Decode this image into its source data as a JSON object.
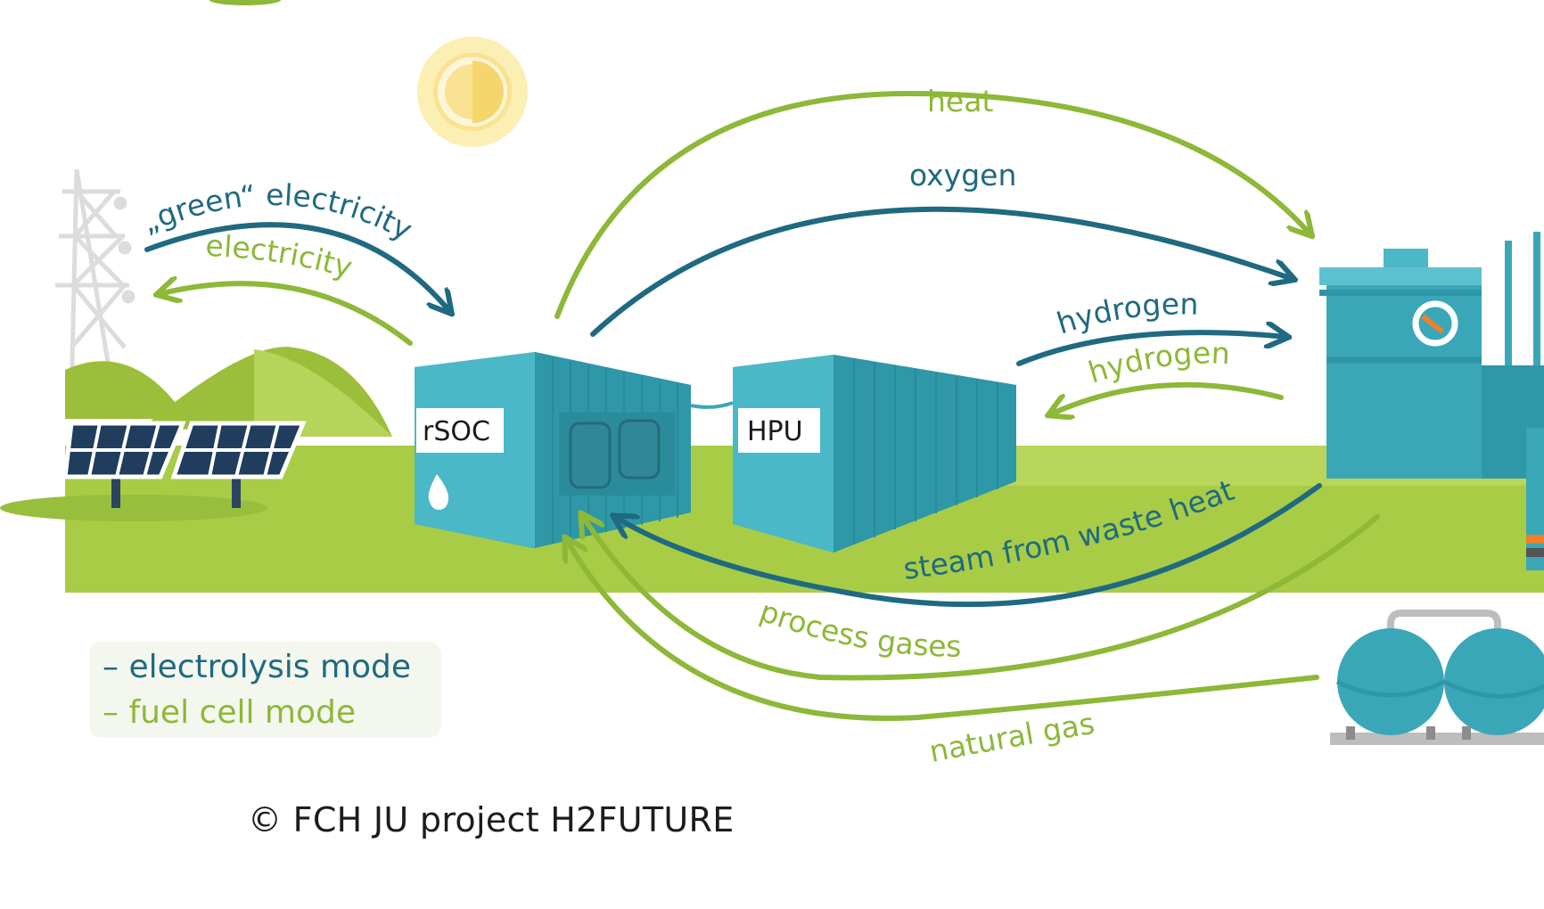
{
  "diagram": {
    "flows": {
      "green_electricity": "„green“ electricity",
      "electricity": "electricity",
      "heat": "heat",
      "oxygen": "oxygen",
      "hydrogen_out": "hydrogen",
      "hydrogen_in": "hydrogen",
      "steam": "steam from waste heat",
      "process_gases": "process gases",
      "natural_gas": "natural gas"
    },
    "units": {
      "rsoc": "rSOC",
      "hpu": "HPU"
    },
    "legend": {
      "electrolysis": "– electrolysis mode",
      "fuel_cell": "– fuel cell mode"
    },
    "colors": {
      "electrolysis_mode": "#1f6a80",
      "fuel_cell_mode": "#8db838",
      "container": "#3aa7b8",
      "ground": "#a8cc46"
    }
  },
  "caption": "© FCH JU project H2FUTURE"
}
